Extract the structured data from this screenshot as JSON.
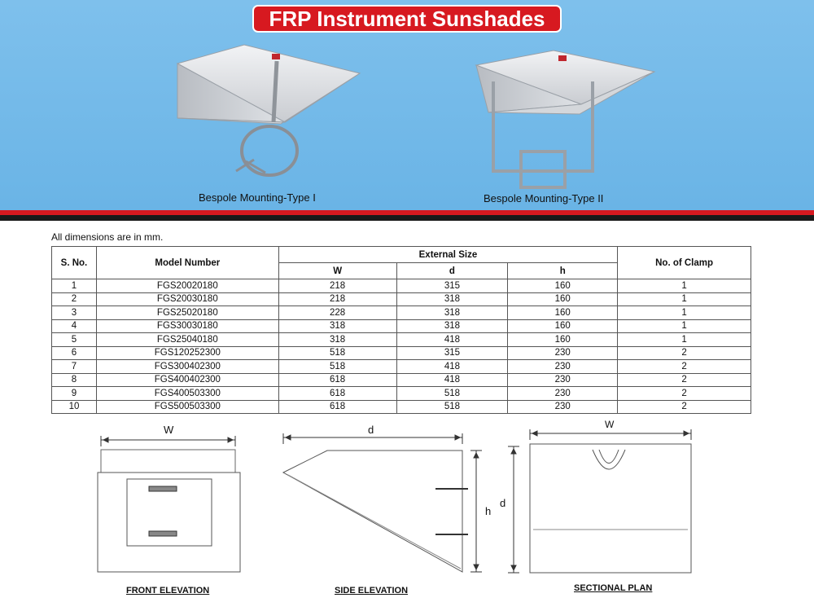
{
  "header": {
    "title": "FRP Instrument Sunshades"
  },
  "products": [
    {
      "caption": "Bespole Mounting-Type I"
    },
    {
      "caption": "Bespole Mounting-Type II"
    }
  ],
  "note": "All dimensions are in mm.",
  "table": {
    "col_sno": "S. No.",
    "col_model": "Model Number",
    "col_external": "External Size",
    "col_w": "W",
    "col_d": "d",
    "col_h": "h",
    "col_clamp": "No. of Clamp",
    "rows": [
      [
        "1",
        "FGS20020180",
        "218",
        "315",
        "160",
        "1"
      ],
      [
        "2",
        "FGS20030180",
        "218",
        "318",
        "160",
        "1"
      ],
      [
        "3",
        "FGS25020180",
        "228",
        "318",
        "160",
        "1"
      ],
      [
        "4",
        "FGS30030180",
        "318",
        "318",
        "160",
        "1"
      ],
      [
        "5",
        "FGS25040180",
        "318",
        "418",
        "160",
        "1"
      ],
      [
        "6",
        "FGS120252300",
        "518",
        "315",
        "230",
        "2"
      ],
      [
        "7",
        "FGS300402300",
        "518",
        "418",
        "230",
        "2"
      ],
      [
        "8",
        "FGS400402300",
        "618",
        "418",
        "230",
        "2"
      ],
      [
        "9",
        "FGS400503300",
        "618",
        "518",
        "230",
        "2"
      ],
      [
        "10",
        "FGS500503300",
        "618",
        "518",
        "230",
        "2"
      ]
    ]
  },
  "drawings": {
    "front": {
      "label": "FRONT ELEVATION",
      "dim_w": "W"
    },
    "side": {
      "label": "SIDE ELEVATION",
      "dim_d": "d",
      "dim_h": "h"
    },
    "plan": {
      "label": "SECTIONAL PLAN",
      "dim_w": "W",
      "dim_d": "d"
    }
  },
  "colors": {
    "brand_red": "#d71920",
    "sky_blue": "#72b8e8"
  }
}
